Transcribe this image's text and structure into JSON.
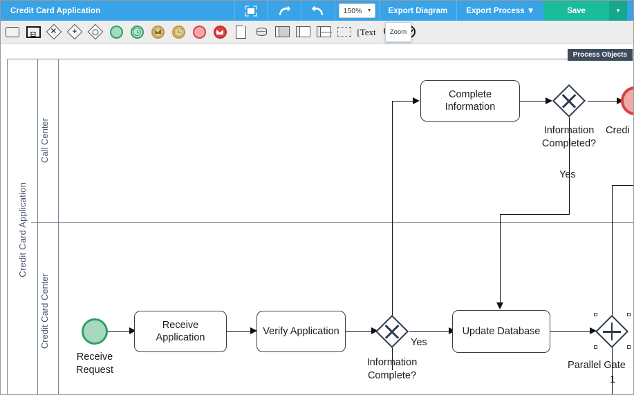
{
  "titlebar": {
    "title": "Credit Card Application",
    "fullscreen_icon": "fit-screen-icon",
    "redo_icon": "redo-arrow-icon",
    "undo_icon": "undo-arrow-icon",
    "zoom_value": "150%",
    "zoom_caret": "▼",
    "export_diagram": "Export Diagram",
    "export_process": "Export Process ▼",
    "save": "Save",
    "save_caret": "▼",
    "accent_blue": "#39a3e8",
    "accent_green": "#1abc9c"
  },
  "palette": {
    "tooltip": "Zoom",
    "items": [
      {
        "name": "task-tool",
        "label": "Task"
      },
      {
        "name": "subprocess-tool",
        "label": "Sub-Process"
      },
      {
        "name": "exclusive-gateway-tool",
        "label": "Exclusive Gateway",
        "glyph": "✕"
      },
      {
        "name": "parallel-gateway-tool",
        "label": "Parallel Gateway",
        "glyph": "+"
      },
      {
        "name": "inclusive-gateway-tool",
        "label": "Inclusive Gateway",
        "glyph": "O"
      },
      {
        "name": "start-event-tool",
        "label": "Start Event"
      },
      {
        "name": "timer-start-event-tool",
        "label": "Timer Start Event"
      },
      {
        "name": "message-intermediate-event-tool",
        "label": "Message Intermediate Event"
      },
      {
        "name": "timer-intermediate-event-tool",
        "label": "Timer Intermediate Event"
      },
      {
        "name": "end-event-tool",
        "label": "End Event"
      },
      {
        "name": "message-end-event-tool",
        "label": "Message End Event"
      },
      {
        "name": "data-object-tool",
        "label": "Data Object"
      },
      {
        "name": "data-store-tool",
        "label": "Data Store"
      },
      {
        "name": "pool-tool",
        "label": "Pool"
      },
      {
        "name": "lane-tool",
        "label": "Lane"
      },
      {
        "name": "horizontal-lanes-tool",
        "label": "Horizontal Lanes"
      },
      {
        "name": "group-tool",
        "label": "Group"
      },
      {
        "name": "text-annotation-tool",
        "label": "Text"
      },
      {
        "name": "zoom-tool",
        "label": "Zoom"
      },
      {
        "name": "validate-tool",
        "label": "Validate"
      }
    ],
    "text_glyph": "[Text"
  },
  "panel_tab": {
    "label": "Process Objects"
  },
  "diagram": {
    "pool_label": "Credit Card Application",
    "lanes": [
      {
        "label": "Call Center"
      },
      {
        "label": "Credit Card Center"
      }
    ],
    "nodes": [
      {
        "id": "complete-information",
        "type": "task",
        "label": "Complete\nInformation"
      },
      {
        "id": "information-completed-gateway",
        "type": "exclusive-gateway",
        "label": "Information\nCompleted?"
      },
      {
        "id": "credit-end-event",
        "type": "end-event",
        "label": "Credi"
      },
      {
        "id": "receive-request",
        "type": "start-event",
        "label": "Receive\nRequest"
      },
      {
        "id": "receive-application",
        "type": "task",
        "label": "Receive\nApplication"
      },
      {
        "id": "verify-application",
        "type": "task",
        "label": "Verify\nApplication"
      },
      {
        "id": "information-complete-gateway",
        "type": "exclusive-gateway",
        "label": "Information\nComplete?"
      },
      {
        "id": "update-database",
        "type": "task",
        "label": "Update Database"
      },
      {
        "id": "parallel-gateway-1",
        "type": "parallel-gateway",
        "label": "Parallel Gate",
        "label2": "1",
        "selected": true
      }
    ],
    "flow_labels": [
      {
        "id": "yes-upper",
        "text": "Yes"
      },
      {
        "id": "yes-lower",
        "text": "Yes"
      }
    ]
  }
}
